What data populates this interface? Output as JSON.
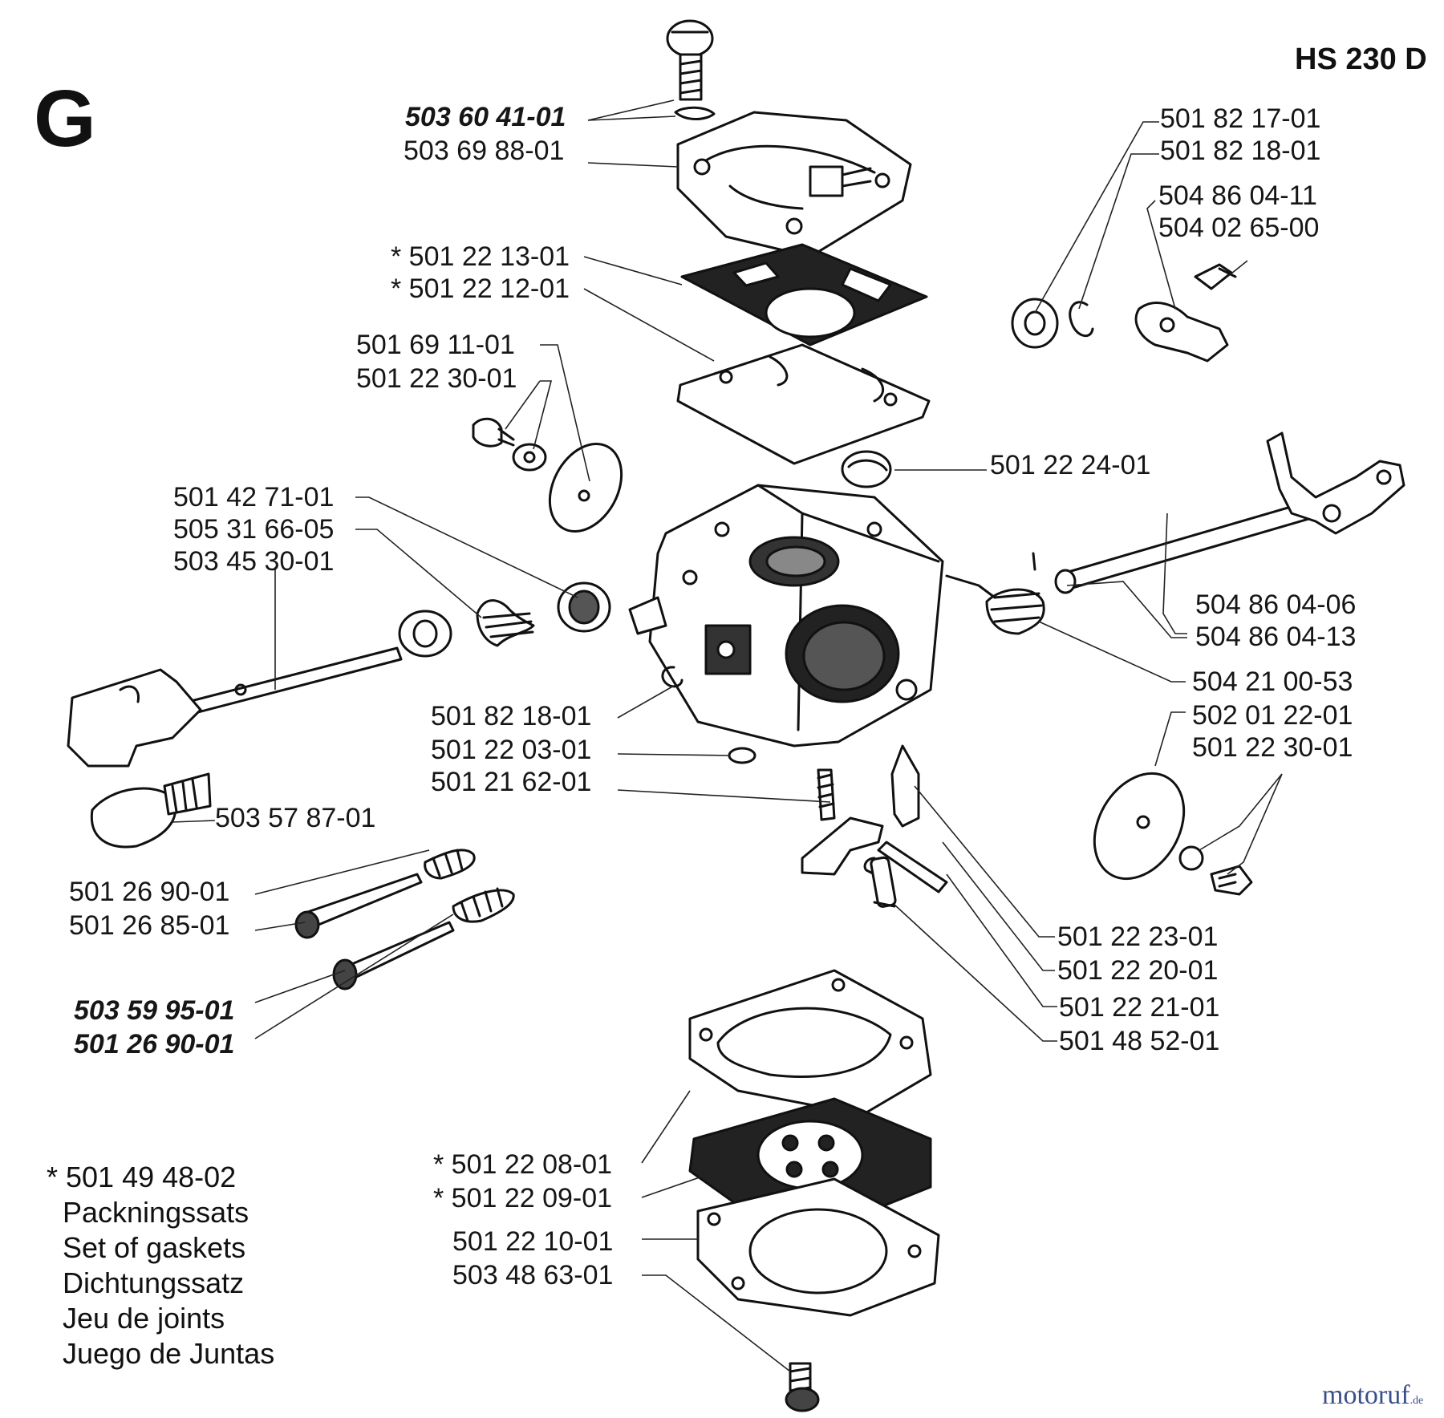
{
  "header": {
    "section_letter": "G",
    "model": "HS 230 D"
  },
  "parts": {
    "p01": "503 60 41-01",
    "p02": "503 69 88-01",
    "p03": "* 501 22 13-01",
    "p04": "* 501 22 12-01",
    "p05": "501 69 11-01",
    "p06": "501 22 30-01",
    "p07": "501 42 71-01",
    "p08": "505 31 66-05",
    "p09": "503 45 30-01",
    "p10": "501 82 18-01",
    "p11": "501 22 03-01",
    "p12": "501 21 62-01",
    "p13": "503 57 87-01",
    "p14": "501 26 90-01",
    "p15": "501 26 85-01",
    "p16": "503 59 95-01",
    "p17": "501 26 90-01",
    "p18": "* 501 22 08-01",
    "p19": "* 501 22 09-01",
    "p20": "501 22 10-01",
    "p21": "503 48 63-01",
    "p22": "501 82 17-01",
    "p23": "501 82 18-01",
    "p24": "504 86 04-11",
    "p25": "504 02 65-00",
    "p26": "501 22 24-01",
    "p27": "504 86 04-06",
    "p28": "504 86 04-13",
    "p29": "504 21 00-53",
    "p30": "502 01 22-01",
    "p31": "501 22 30-01",
    "p32": "501 22 23-01",
    "p33": "501 22 20-01",
    "p34": "501 22 21-01",
    "p35": "501 48 52-01"
  },
  "gasket_set": {
    "number": "* 501 49 48-02",
    "names": [
      "Packningssats",
      "Set of gaskets",
      "Dichtungssatz",
      "Jeu de joints",
      "Juego de Juntas"
    ]
  },
  "watermark": {
    "name": "motoruf",
    "suffix": ".de",
    "color": "#3a4f8a"
  }
}
